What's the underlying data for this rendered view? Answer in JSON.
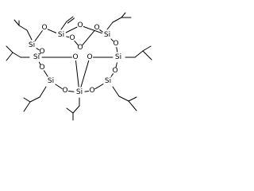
{
  "molecule": {
    "atoms": [
      {
        "id": "si_top",
        "label": "Si"
      },
      {
        "id": "si_upper_right",
        "label": "Si"
      },
      {
        "id": "si_upper_left",
        "label": "Si"
      },
      {
        "id": "si_mid_left",
        "label": "Si"
      },
      {
        "id": "si_mid_right",
        "label": "Si"
      },
      {
        "id": "si_lower_left",
        "label": "Si"
      },
      {
        "id": "si_lower_mid",
        "label": "Si"
      },
      {
        "id": "si_lower_right",
        "label": "Si"
      },
      {
        "id": "o_1",
        "label": "O"
      },
      {
        "id": "o_2",
        "label": "O"
      },
      {
        "id": "o_3",
        "label": "O"
      },
      {
        "id": "o_4",
        "label": "O"
      },
      {
        "id": "o_5",
        "label": "O"
      },
      {
        "id": "o_6",
        "label": "O"
      },
      {
        "id": "o_7",
        "label": "O"
      },
      {
        "id": "o_8",
        "label": "O"
      },
      {
        "id": "o_9",
        "label": "O"
      },
      {
        "id": "o_10",
        "label": "O"
      },
      {
        "id": "o_11",
        "label": "O"
      },
      {
        "id": "o_12",
        "label": "O"
      },
      {
        "id": "o_13",
        "label": "O"
      }
    ],
    "substituents": {
      "vinyl_count": 1,
      "isobutyl_count": 7
    },
    "colors": {
      "bond": "#000000",
      "atom_label": "#000000",
      "background": "#ffffff"
    }
  }
}
